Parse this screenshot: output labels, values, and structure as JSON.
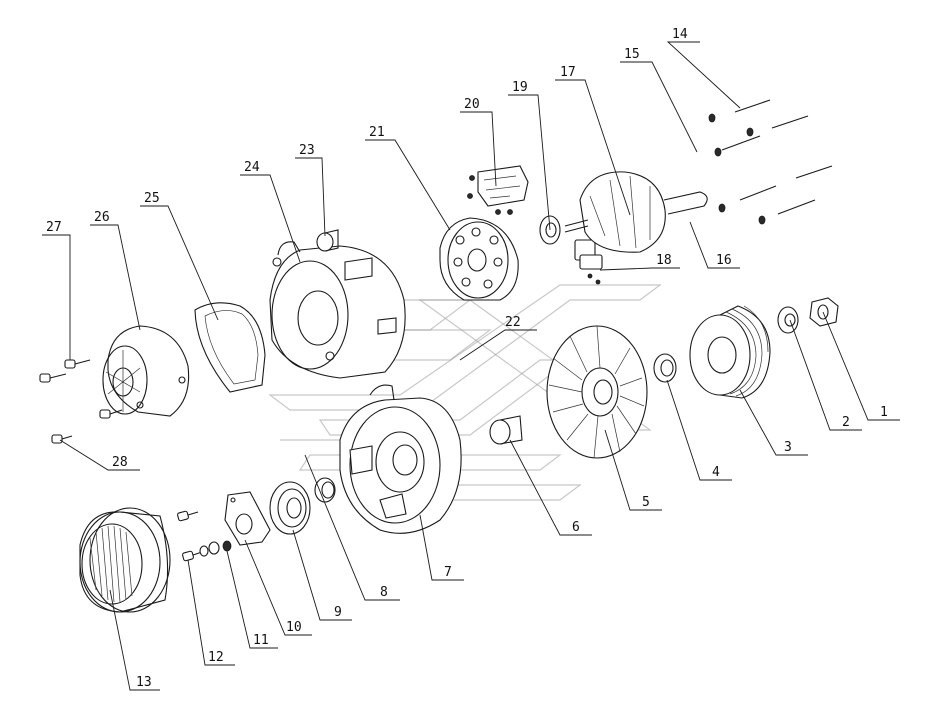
{
  "figure": {
    "type": "exploded-parts-diagram",
    "subject": "alternator"
  },
  "callouts": [
    {
      "id": "c1",
      "label": "1"
    },
    {
      "id": "c2",
      "label": "2"
    },
    {
      "id": "c3",
      "label": "3"
    },
    {
      "id": "c4",
      "label": "4"
    },
    {
      "id": "c5",
      "label": "5"
    },
    {
      "id": "c6",
      "label": "6"
    },
    {
      "id": "c7",
      "label": "7"
    },
    {
      "id": "c8",
      "label": "8"
    },
    {
      "id": "c9",
      "label": "9"
    },
    {
      "id": "c10",
      "label": "10"
    },
    {
      "id": "c11",
      "label": "11"
    },
    {
      "id": "c12",
      "label": "12"
    },
    {
      "id": "c13",
      "label": "13"
    },
    {
      "id": "c14",
      "label": "14"
    },
    {
      "id": "c15",
      "label": "15"
    },
    {
      "id": "c16",
      "label": "16"
    },
    {
      "id": "c17",
      "label": "17"
    },
    {
      "id": "c18",
      "label": "18"
    },
    {
      "id": "c19",
      "label": "19"
    },
    {
      "id": "c20",
      "label": "20"
    },
    {
      "id": "c21",
      "label": "21"
    },
    {
      "id": "c22",
      "label": "22"
    },
    {
      "id": "c23",
      "label": "23"
    },
    {
      "id": "c24",
      "label": "24"
    },
    {
      "id": "c25",
      "label": "25"
    },
    {
      "id": "c26",
      "label": "26"
    },
    {
      "id": "c27",
      "label": "27"
    },
    {
      "id": "c28",
      "label": "28"
    }
  ]
}
